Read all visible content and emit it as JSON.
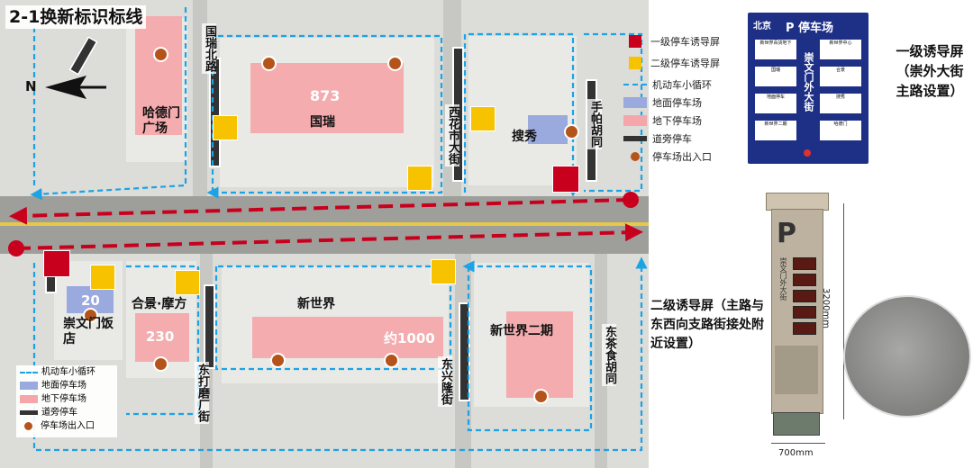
{
  "title": "2-1换新标识标线",
  "compass": "N",
  "streets": {
    "guorui_north": "国瑞北路",
    "xihuashi": "西花市大街",
    "shoupa": "手帕胡同",
    "dongdamochang": "东打磨厂街",
    "dongxinglong": "东兴隆街",
    "dongchashi": "东茶食胡同"
  },
  "buildings": {
    "hademen": "哈德门广场",
    "guorui": "国瑞",
    "guorui_count": "873",
    "souxiu": "搜秀",
    "chongwenmen_hotel": "崇文门饭店",
    "chongwenmen_count": "20",
    "hejing": "合景·摩方",
    "hejing_count": "230",
    "newworld": "新世界",
    "newworld_count": "约1000",
    "newworld2": "新世界二期"
  },
  "legend_right": [
    {
      "icon": "red-square",
      "label": "一级停车诱导屏"
    },
    {
      "icon": "yellow-square",
      "label": "二级停车诱导屏"
    },
    {
      "icon": "blue-dash-arrow",
      "label": "机动车小循环"
    },
    {
      "icon": "blue-rect",
      "label": "地面停车场"
    },
    {
      "icon": "pink-rect",
      "label": "地下停车场"
    },
    {
      "icon": "dark-bar",
      "label": "道旁停车"
    },
    {
      "icon": "brown-dot",
      "label": "停车场出入口"
    }
  ],
  "legend_left": [
    {
      "icon": "blue-dash-arrow",
      "label": "机动车小循环"
    },
    {
      "icon": "blue-rect",
      "label": "地面停车场"
    },
    {
      "icon": "pink-rect",
      "label": "地下停车场"
    },
    {
      "icon": "dark-bar",
      "label": "道旁停车"
    },
    {
      "icon": "brown-dot",
      "label": "停车场出入口"
    }
  ],
  "sign1": {
    "header": "P 停车场",
    "logo": "北京",
    "vertical": "崇文门外大街",
    "items": [
      "新世界百货地下",
      "国瑞",
      "新世界中心",
      "合景",
      "地面停车",
      "新世界二期",
      "搜秀",
      "哈德门"
    ]
  },
  "sign2": {
    "p": "P",
    "vertical": "崇文门外大街"
  },
  "caption1": "一级诱导屏（崇外大街主路设置）",
  "caption2": "二级诱导屏（主路与东西向支路街接处附近设置）",
  "dim_height": "3200mm",
  "dim_width": "700mm",
  "colors": {
    "red": "#c8001e",
    "yellow": "#f7c200",
    "blue_dash": "#1ba3e6",
    "pink": "#f4a6aa",
    "ground": "#9aa9de",
    "sign_blue": "#1e2f86"
  }
}
